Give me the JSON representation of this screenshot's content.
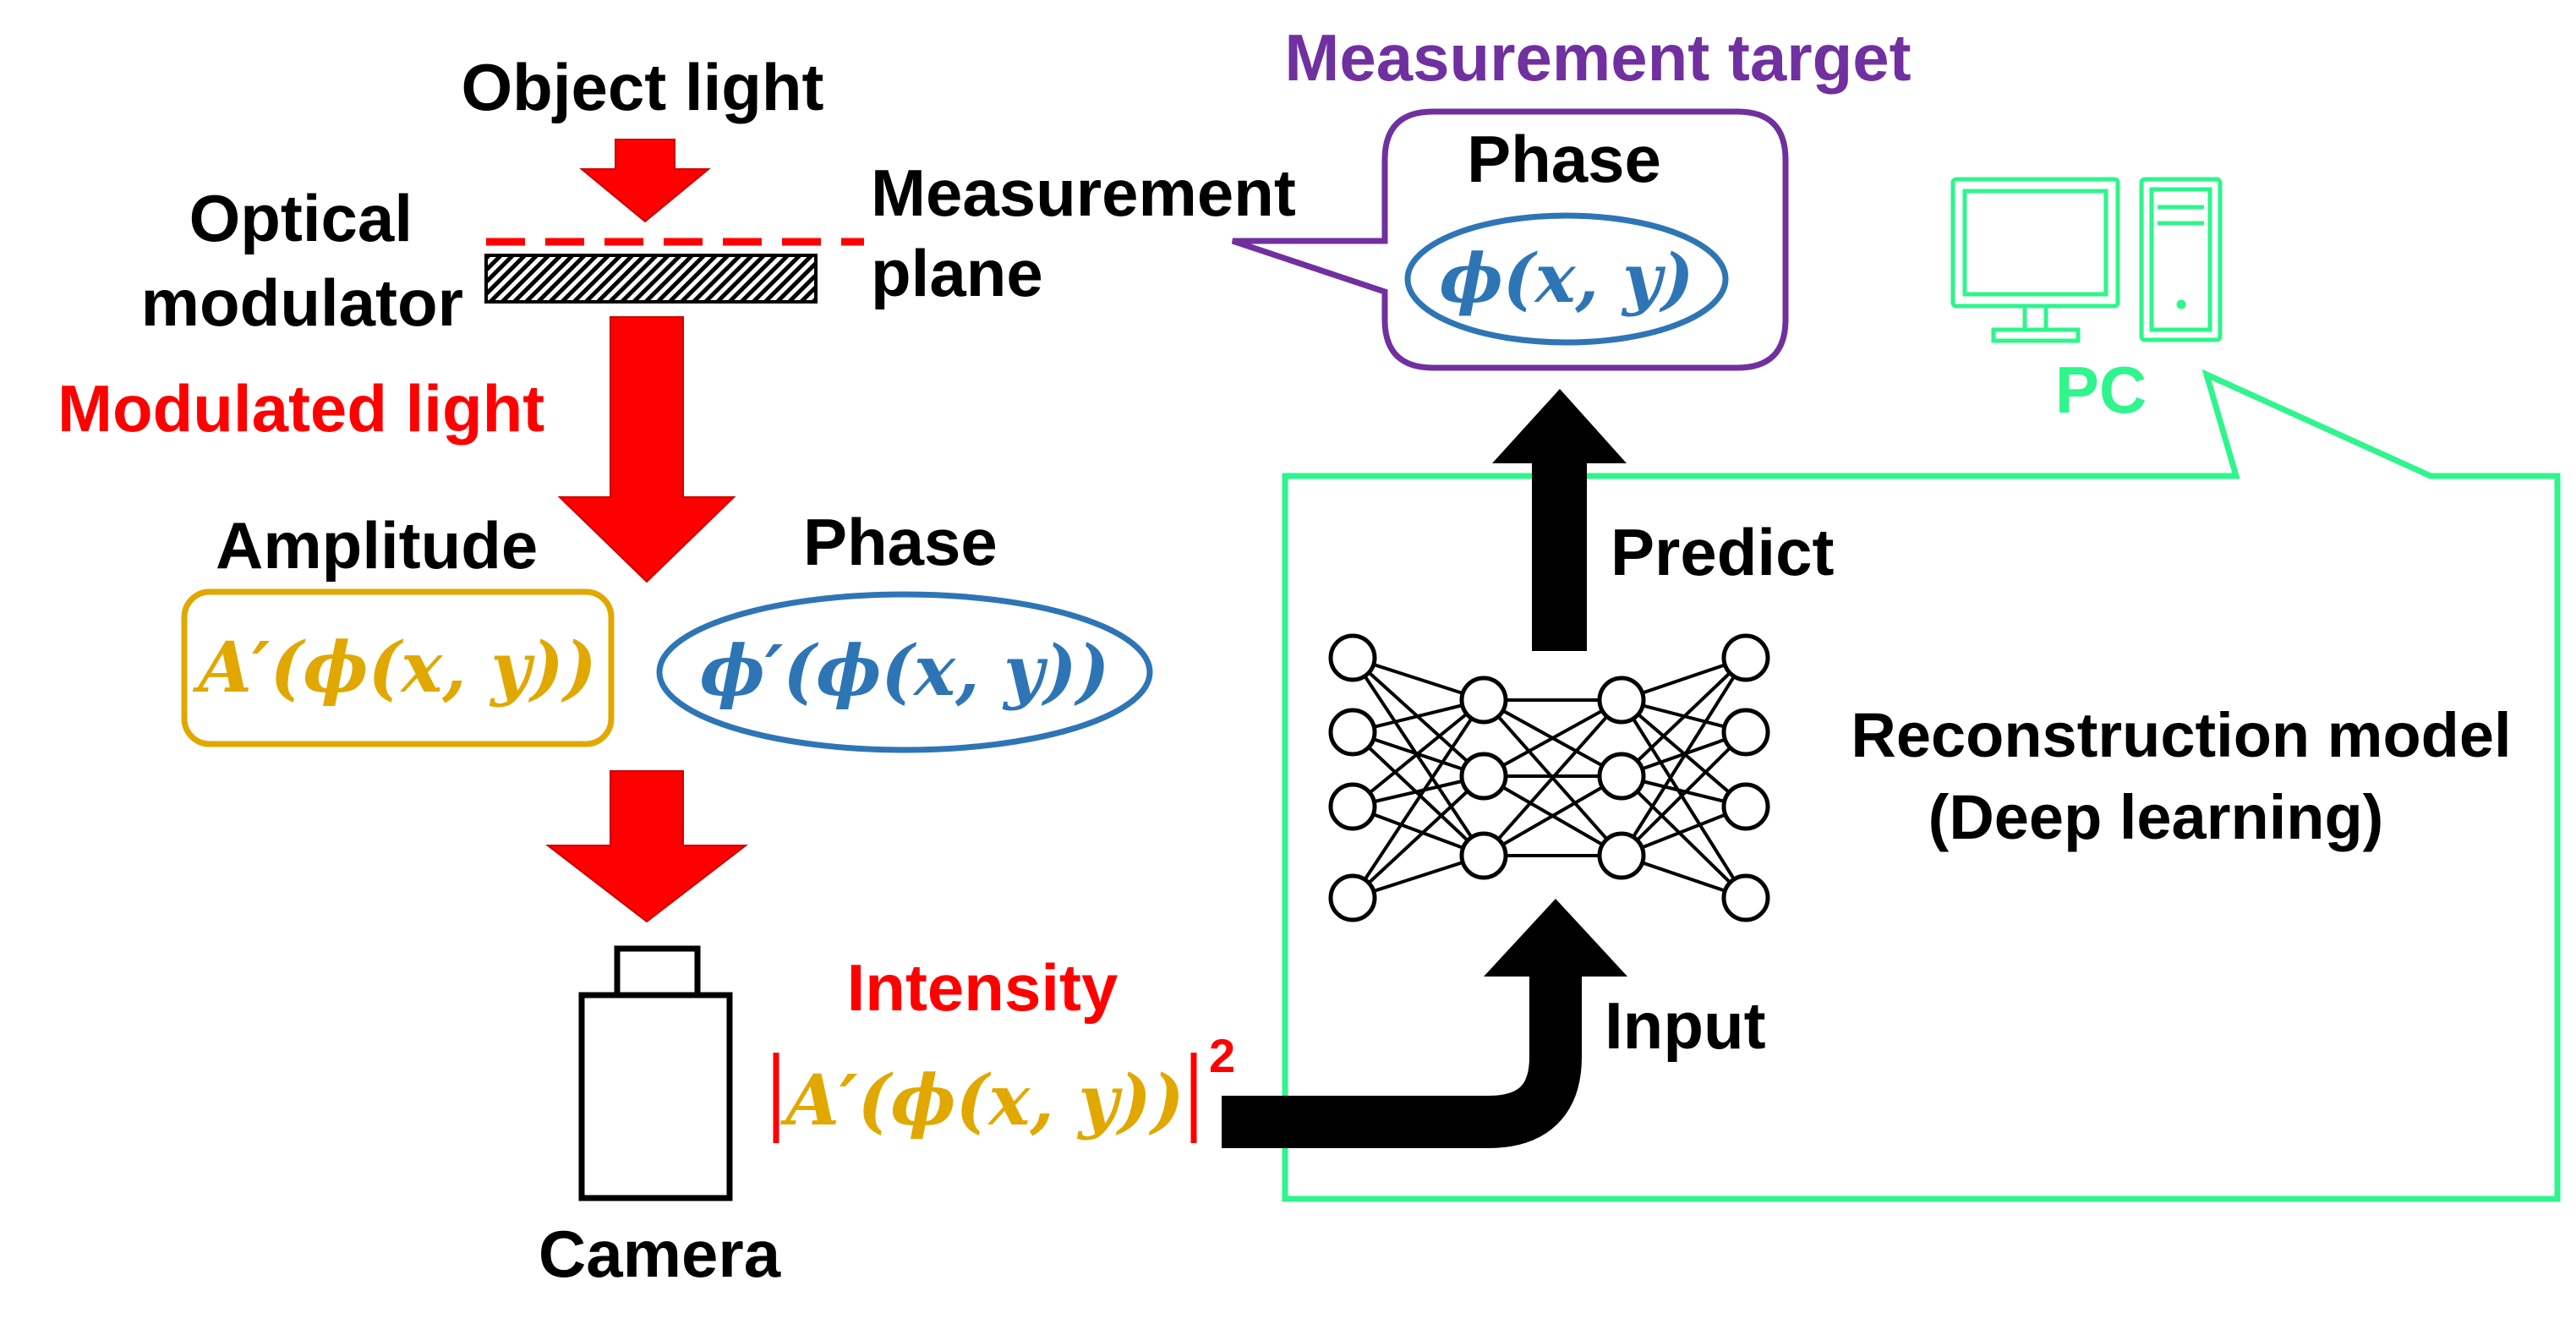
{
  "labels": {
    "object_light": "Object light",
    "optical_modulator_line1": "Optical",
    "optical_modulator_line2": "modulator",
    "measurement_plane_line1": "Measurement",
    "measurement_plane_line2": "plane",
    "modulated_light": "Modulated light",
    "amplitude": "Amplitude",
    "phase_left": "Phase",
    "camera": "Camera",
    "intensity": "Intensity",
    "measurement_target": "Measurement target",
    "phase_target": "Phase",
    "pc": "PC",
    "predict": "Predict",
    "input": "Input",
    "model_line1": "Reconstruction model",
    "model_line2": "(Deep learning)"
  },
  "math": {
    "amplitude_expr": "A′(ϕ(x, y))",
    "phase_expr": "ϕ′(ϕ(x, y))",
    "intensity_expr": "|A′(ϕ(x, y))|",
    "intensity_exponent": "2",
    "target_expr": "ϕ(x, y)"
  },
  "colors": {
    "red": "#ff0000",
    "amplitude_gold": "#e0a800",
    "phase_blue": "#2e75b6",
    "purple": "#7030a0",
    "green": "#2ef58c",
    "black": "#000000"
  },
  "icons": [
    "monitor-icon",
    "tower-icon",
    "camera-icon",
    "neural-network-icon"
  ]
}
